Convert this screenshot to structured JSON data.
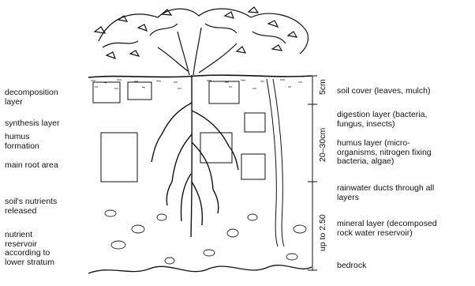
{
  "left_labels": [
    "decomposition\nlayer",
    "synthesis layer",
    "humus\nformation",
    "main root area",
    "soil's nutrients\nreleased",
    "nutrient\nreservoir\naccording to\nlower stratum"
  ],
  "right_labels": [
    "soil cover (leaves, mulch)",
    "digestion layer (bacteria,\nfungus, insects)",
    "humus layer (micro-\norganisms, nitrogen fixing\nbacteria, algae)",
    "rainwater ducts through all\nlayers",
    "mineral layer (decomposed\nrock water reservoir)",
    "bedrock"
  ],
  "depth_scale": [
    "5cm",
    "20–30cm",
    "up to 2.50"
  ]
}
